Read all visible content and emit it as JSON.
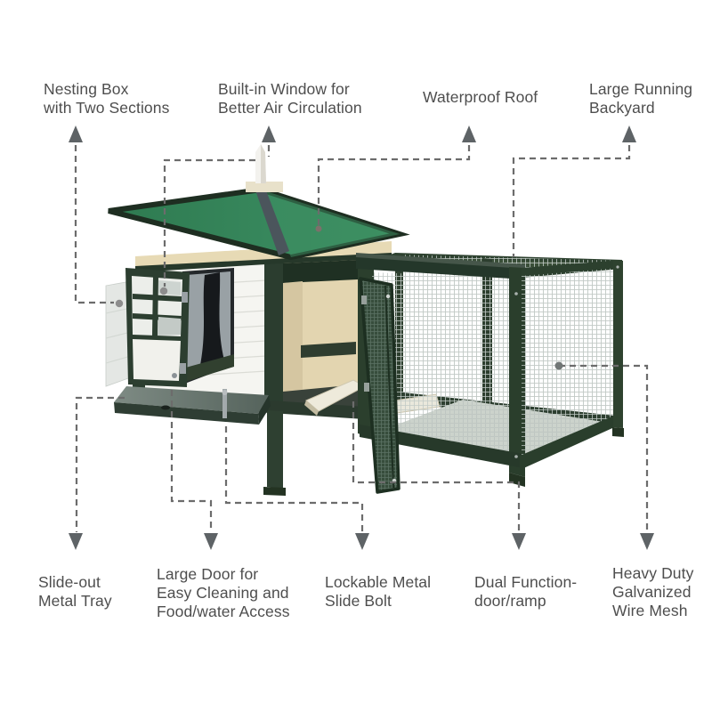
{
  "figure": {
    "subject": "wooden chicken coop with attached wire mesh run, annotated with feature callouts"
  },
  "colors": {
    "background": "#ffffff",
    "text_gray": "#4e4e4e",
    "callout_line_gray": "#6c6c6c",
    "arrow_gray": "#5e6366",
    "roof_green": "#35845a",
    "roof_trim_dark": "#1e2e21",
    "frame_green": "#2b3e2e",
    "wall_white": "#f5f5f1",
    "wall_cream": "#e7dab5",
    "mesh_gray": "#c2cac6",
    "tray_metal": "#66746d",
    "finial_white": "#f3f2ee"
  },
  "callouts": {
    "nesting_box": {
      "label": "Nesting Box\nwith Two Sections"
    },
    "built_in_window": {
      "label": "Built-in Window for\nBetter Air Circulation"
    },
    "waterproof_roof": {
      "label": "Waterproof Roof"
    },
    "large_running_backyard": {
      "label": "Large Running\nBackyard"
    },
    "slide_out_metal_tray": {
      "label": "Slide-out\nMetal Tray"
    },
    "large_door": {
      "label": "Large Door for\nEasy Cleaning and\nFood/water Access"
    },
    "lockable_metal_slide_bolt": {
      "label": "Lockable Metal\nSlide Bolt"
    },
    "dual_function_door_ramp": {
      "label": "Dual Function-\ndoor/ramp"
    },
    "heavy_duty_wire_mesh": {
      "label": "Heavy Duty\nGalvanized\nWire Mesh"
    }
  }
}
